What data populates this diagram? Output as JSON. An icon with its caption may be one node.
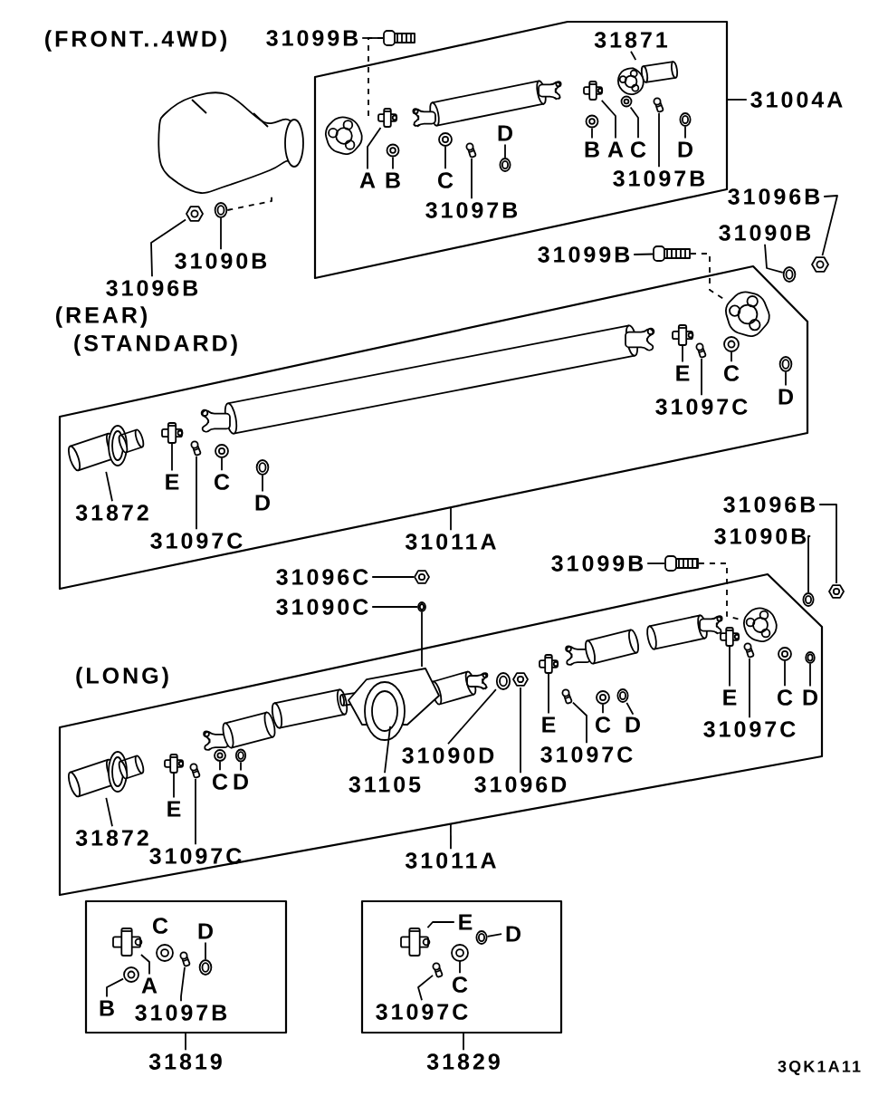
{
  "diagram": {
    "nodes": [
      {
        "text": [],
        "shape": "box"
      },
      {
        "text": [
          "31004A"
        ]
      },
      {
        "text": [
          "31871"
        ],
        "in": 0
      },
      {
        "text": [
          "A"
        ],
        "in": 0
      },
      {
        "text": [
          "B"
        ],
        "in": 0
      },
      {
        "text": [
          "C"
        ],
        "in": 0
      },
      {
        "text": [
          "31097B"
        ],
        "in": 0
      },
      {
        "text": [
          "D"
        ],
        "in": 0
      },
      {
        "text": [
          "B"
        ],
        "in": 0
      },
      {
        "text": [
          "A"
        ],
        "in": 0
      },
      {
        "text": [
          "C"
        ],
        "in": 0
      },
      {
        "text": [
          "31097B"
        ],
        "in": 0
      },
      {
        "text": [
          "D"
        ],
        "in": 0
      },
      {
        "text": [
          "31099B"
        ]
      },
      {
        "text": [
          "31090B"
        ]
      },
      {
        "text": [
          "31096B"
        ]
      },
      {
        "text": [],
        "shape": "box"
      },
      {
        "text": [
          "31011A"
        ]
      },
      {
        "text": [
          "E"
        ],
        "in": 16
      },
      {
        "text": [
          "C"
        ],
        "in": 16
      },
      {
        "text": [
          "31097C"
        ],
        "in": 16
      },
      {
        "text": [
          "D"
        ],
        "in": 16
      },
      {
        "text": [
          "31872"
        ],
        "in": 16
      },
      {
        "text": [
          "E"
        ],
        "in": 16
      },
      {
        "text": [
          "C"
        ],
        "in": 16
      },
      {
        "text": [
          "D"
        ],
        "in": 16
      },
      {
        "text": [
          "31097C"
        ],
        "in": 16
      },
      {
        "text": [
          "31099B"
        ]
      },
      {
        "text": [
          "31090B"
        ]
      },
      {
        "text": [
          "31096B"
        ]
      },
      {
        "text": [],
        "shape": "box"
      },
      {
        "text": [
          "31011A"
        ]
      },
      {
        "text": [
          "31872"
        ],
        "in": 30
      },
      {
        "text": [
          "E"
        ],
        "in": 30
      },
      {
        "text": [
          "C"
        ],
        "in": 30
      },
      {
        "text": [
          "D"
        ],
        "in": 30
      },
      {
        "text": [
          "31097C"
        ],
        "in": 30
      },
      {
        "text": [
          "31105"
        ],
        "in": 30
      },
      {
        "text": [
          "31090D"
        ],
        "in": 30
      },
      {
        "text": [
          "31096D"
        ],
        "in": 30
      },
      {
        "text": [
          "E"
        ],
        "in": 30
      },
      {
        "text": [
          "31097C"
        ],
        "in": 30
      },
      {
        "text": [
          "C"
        ],
        "in": 30
      },
      {
        "text": [
          "D"
        ],
        "in": 30
      },
      {
        "text": [
          "E"
        ],
        "in": 30
      },
      {
        "text": [
          "31097C"
        ],
        "in": 30
      },
      {
        "text": [
          "C"
        ],
        "in": 30
      },
      {
        "text": [
          "D"
        ],
        "in": 30
      },
      {
        "text": [
          "31096C"
        ]
      },
      {
        "text": [
          "31090C"
        ]
      },
      {
        "text": [
          "31099B"
        ]
      },
      {
        "text": [
          "31090B"
        ]
      },
      {
        "text": [
          "31096B"
        ]
      },
      {
        "text": [],
        "shape": "box"
      },
      {
        "text": [
          "31819"
        ]
      },
      {
        "text": [
          "D"
        ],
        "in": 53
      },
      {
        "text": [
          "A"
        ],
        "in": 53
      },
      {
        "text": [
          "B"
        ],
        "in": 53
      },
      {
        "text": [
          "31097B"
        ],
        "in": 53
      },
      {
        "text": [],
        "shape": "box"
      },
      {
        "text": [
          "31829"
        ]
      },
      {
        "text": [
          "E"
        ],
        "in": 59
      },
      {
        "text": [
          "D"
        ],
        "in": 59
      },
      {
        "text": [
          "C"
        ],
        "in": 59
      },
      {
        "text": [
          "31097C"
        ],
        "in": 59
      },
      {
        "text": [],
        "shape": "picture",
        "in": 0
      },
      {
        "text": [],
        "shape": "picture",
        "in": 0
      },
      {
        "text": [],
        "shape": "picture",
        "in": 0
      },
      {
        "text": [],
        "shape": "picture",
        "in": 0
      },
      {
        "text": [],
        "shape": "picture",
        "in": 0
      },
      {
        "text": [],
        "shape": "picture",
        "in": 0
      },
      {
        "text": [],
        "shape": "picture",
        "in": 0
      },
      {
        "text": [],
        "shape": "picture",
        "in": 0
      },
      {
        "text": [],
        "shape": "picture",
        "in": 0
      },
      {
        "text": [],
        "shape": "picture",
        "in": 0
      },
      {
        "text": [],
        "shape": "picture",
        "in": 0
      },
      {
        "text": [],
        "shape": "picture"
      },
      {
        "text": [],
        "shape": "picture"
      },
      {
        "text": [],
        "shape": "picture"
      },
      {
        "text": [],
        "shape": "picture",
        "in": 16
      },
      {
        "text": [],
        "shape": "picture",
        "in": 16
      },
      {
        "text": [],
        "shape": "picture",
        "in": 16
      },
      {
        "text": [],
        "shape": "picture",
        "in": 16
      },
      {
        "text": [],
        "shape": "picture",
        "in": 16
      },
      {
        "text": [],
        "shape": "picture",
        "in": 16
      },
      {
        "text": [],
        "shape": "picture",
        "in": 16
      },
      {
        "text": [],
        "shape": "picture",
        "in": 16
      },
      {
        "text": [],
        "shape": "picture",
        "in": 16
      },
      {
        "text": [],
        "shape": "picture"
      },
      {
        "text": [],
        "shape": "picture"
      },
      {
        "text": [],
        "shape": "picture"
      },
      {
        "text": [],
        "shape": "picture",
        "in": 30
      },
      {
        "text": [],
        "shape": "picture",
        "in": 30
      },
      {
        "text": [],
        "shape": "picture",
        "in": 30
      },
      {
        "text": [],
        "shape": "picture",
        "in": 30
      },
      {
        "text": [],
        "shape": "picture",
        "in": 30
      },
      {
        "text": [],
        "shape": "picture",
        "in": 30
      },
      {
        "text": [],
        "shape": "picture",
        "in": 30
      },
      {
        "text": [],
        "shape": "picture",
        "in": 30
      },
      {
        "text": [],
        "shape": "picture",
        "in": 30
      },
      {
        "text": [],
        "shape": "picture",
        "in": 30
      },
      {
        "text": [],
        "shape": "picture",
        "in": 30
      },
      {
        "text": [],
        "shape": "picture",
        "in": 30
      },
      {
        "text": [],
        "shape": "picture",
        "in": 30
      },
      {
        "text": [],
        "shape": "picture",
        "in": 30
      },
      {
        "text": [],
        "shape": "picture",
        "in": 30
      },
      {
        "text": [],
        "shape": "picture",
        "in": 30
      },
      {
        "text": [],
        "shape": "picture"
      },
      {
        "text": [],
        "shape": "picture"
      },
      {
        "text": [],
        "shape": "picture"
      },
      {
        "text": [],
        "shape": "picture"
      },
      {
        "text": [],
        "shape": "picture"
      },
      {
        "text": [],
        "shape": "picture",
        "in": 53
      },
      {
        "text": [],
        "shape": "picture",
        "in": 53
      },
      {
        "text": [],
        "shape": "picture",
        "in": 53
      },
      {
        "text": [],
        "shape": "picture",
        "in": 53
      },
      {
        "text": [],
        "shape": "picture",
        "in": 59
      },
      {
        "text": [],
        "shape": "picture",
        "in": 59
      },
      {
        "text": [],
        "shape": "picture",
        "in": 59
      },
      {
        "text": [],
        "shape": "picture",
        "in": 59
      },
      {
        "text": [],
        "shape": "picture"
      },
      {
        "text": [],
        "shape": "picture",
        "in": 0
      },
      {
        "text": [],
        "shape": "picture",
        "in": 16
      },
      {
        "text": [],
        "shape": "picture",
        "in": 30
      },
      {
        "text": [],
        "shape": "picture",
        "in": 53
      }
    ],
    "edges": [
      {
        "from": 1,
        "to": 0,
        "arrow": "none"
      },
      {
        "from": 2,
        "to": 65,
        "arrow": "none"
      },
      {
        "from": 3,
        "to": 66,
        "arrow": "none"
      },
      {
        "from": 4,
        "to": 67,
        "arrow": "none"
      },
      {
        "from": 5,
        "to": 68,
        "arrow": "none"
      },
      {
        "from": 6,
        "to": 69,
        "arrow": "none"
      },
      {
        "from": 7,
        "to": 70,
        "arrow": "none"
      },
      {
        "from": 8,
        "to": 71,
        "arrow": "none"
      },
      {
        "from": 9,
        "to": 72,
        "arrow": "none"
      },
      {
        "from": 10,
        "to": 73,
        "arrow": "none"
      },
      {
        "from": 11,
        "to": 74,
        "arrow": "none"
      },
      {
        "from": 12,
        "to": 75,
        "arrow": "none"
      },
      {
        "from": 13,
        "to": 76,
        "arrow": "none"
      },
      {
        "from": 14,
        "to": 77,
        "arrow": "none"
      },
      {
        "from": 15,
        "to": 78,
        "arrow": "none"
      },
      {
        "from": 17,
        "to": 16,
        "arrow": "none"
      },
      {
        "from": 18,
        "to": 79,
        "arrow": "none"
      },
      {
        "from": 19,
        "to": 80,
        "arrow": "none"
      },
      {
        "from": 20,
        "to": 81,
        "arrow": "none"
      },
      {
        "from": 21,
        "to": 82,
        "arrow": "none"
      },
      {
        "from": 22,
        "to": 83,
        "arrow": "none"
      },
      {
        "from": 23,
        "to": 84,
        "arrow": "none"
      },
      {
        "from": 24,
        "to": 85,
        "arrow": "none"
      },
      {
        "from": 25,
        "to": 86,
        "arrow": "none"
      },
      {
        "from": 26,
        "to": 87,
        "arrow": "none"
      },
      {
        "from": 27,
        "to": 88,
        "arrow": "none"
      },
      {
        "from": 28,
        "to": 89,
        "arrow": "none"
      },
      {
        "from": 29,
        "to": 90,
        "arrow": "none"
      },
      {
        "from": 31,
        "to": 30,
        "arrow": "none"
      },
      {
        "from": 32,
        "to": 91,
        "arrow": "none"
      },
      {
        "from": 33,
        "to": 92,
        "arrow": "none"
      },
      {
        "from": 34,
        "to": 93,
        "arrow": "none"
      },
      {
        "from": 35,
        "to": 94,
        "arrow": "none"
      },
      {
        "from": 36,
        "to": 95,
        "arrow": "none"
      },
      {
        "from": 37,
        "to": 96,
        "arrow": "none"
      },
      {
        "from": 38,
        "to": 97,
        "arrow": "none"
      },
      {
        "from": 39,
        "to": 98,
        "arrow": "none"
      },
      {
        "from": 40,
        "to": 99,
        "arrow": "none"
      },
      {
        "from": 41,
        "to": 100,
        "arrow": "none"
      },
      {
        "from": 42,
        "to": 101,
        "arrow": "none"
      },
      {
        "from": 43,
        "to": 102,
        "arrow": "none"
      },
      {
        "from": 44,
        "to": 103,
        "arrow": "none"
      },
      {
        "from": 45,
        "to": 104,
        "arrow": "none"
      },
      {
        "from": 46,
        "to": 105,
        "arrow": "none"
      },
      {
        "from": 47,
        "to": 106,
        "arrow": "none"
      },
      {
        "from": 48,
        "to": 107,
        "arrow": "none"
      },
      {
        "from": 49,
        "to": 108,
        "arrow": "none"
      },
      {
        "from": 50,
        "to": 109,
        "arrow": "none"
      },
      {
        "from": 51,
        "to": 110,
        "arrow": "none"
      },
      {
        "from": 52,
        "to": 111,
        "arrow": "none"
      },
      {
        "from": 54,
        "to": 53,
        "arrow": "none"
      },
      {
        "from": 55,
        "to": 112,
        "arrow": "none"
      },
      {
        "from": 56,
        "to": 113,
        "arrow": "none"
      },
      {
        "from": 57,
        "to": 114,
        "arrow": "none"
      },
      {
        "from": 58,
        "to": 115,
        "arrow": "none"
      },
      {
        "from": 60,
        "to": 59,
        "arrow": "none"
      },
      {
        "from": 61,
        "to": 116,
        "arrow": "none"
      },
      {
        "from": 62,
        "to": 117,
        "arrow": "none"
      },
      {
        "from": 63,
        "to": 118,
        "arrow": "none"
      },
      {
        "from": 64,
        "to": 119,
        "arrow": "none"
      },
      {
        "from": 77,
        "to": 120,
        "arrow": "none",
        "style": "dashed"
      },
      {
        "from": 76,
        "to": 121,
        "arrow": "none",
        "style": "dashed"
      },
      {
        "from": 88,
        "to": 122,
        "arrow": "none",
        "style": "dashed"
      },
      {
        "from": 109,
        "to": 123,
        "arrow": "none",
        "style": "dashed"
      },
      {
        "from": 108,
        "to": 96,
        "arrow": "none"
      }
    ],
    "labels": [
      "(FRONT..4WD)",
      "(REAR)",
      "(STANDARD)",
      "(LONG)",
      "C",
      "3QK1A11"
    ]
  }
}
